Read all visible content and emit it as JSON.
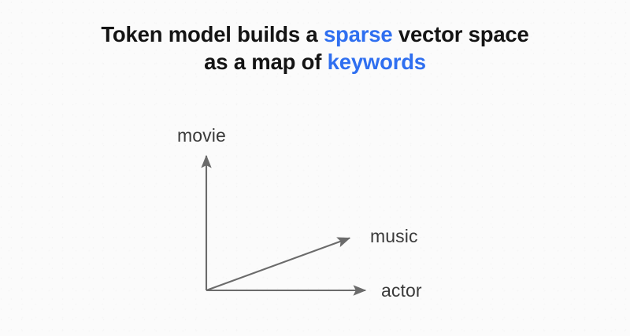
{
  "slide": {
    "background_color": "#fbfbfb",
    "accent_color": "#2f6ff0",
    "text_color": "#141414",
    "axis_color": "#6b6b6b",
    "label_color": "#3a3a3a"
  },
  "title": {
    "line1": {
      "part1": "Token model builds a ",
      "highlight": "sparse",
      "part2": " vector space"
    },
    "line2": {
      "part1": "as a map of ",
      "highlight": "keywords"
    },
    "full_text": "Token model builds a sparse vector space as a map of keywords"
  },
  "chart_data": {
    "type": "scatter",
    "title": "",
    "xlabel": "actor",
    "ylabel": "movie",
    "axes": [
      {
        "name": "movie",
        "label": "movie",
        "direction": "vertical",
        "from": [
          262,
          369
        ],
        "to": [
          262,
          192
        ]
      },
      {
        "name": "actor",
        "label": "actor",
        "direction": "horizontal",
        "from": [
          262,
          369
        ],
        "to": [
          470,
          369
        ]
      },
      {
        "name": "music",
        "label": "music",
        "direction": "diagonal",
        "from": [
          262,
          369
        ],
        "to": [
          450,
          300
        ]
      }
    ],
    "origin": [
      262,
      369
    ],
    "grid": false,
    "legend": "none",
    "annotations": [
      "movie",
      "music",
      "actor"
    ]
  },
  "diagram": {
    "labels": {
      "vertical_axis": "movie",
      "diagonal_axis": "music",
      "horizontal_axis": "actor"
    }
  }
}
